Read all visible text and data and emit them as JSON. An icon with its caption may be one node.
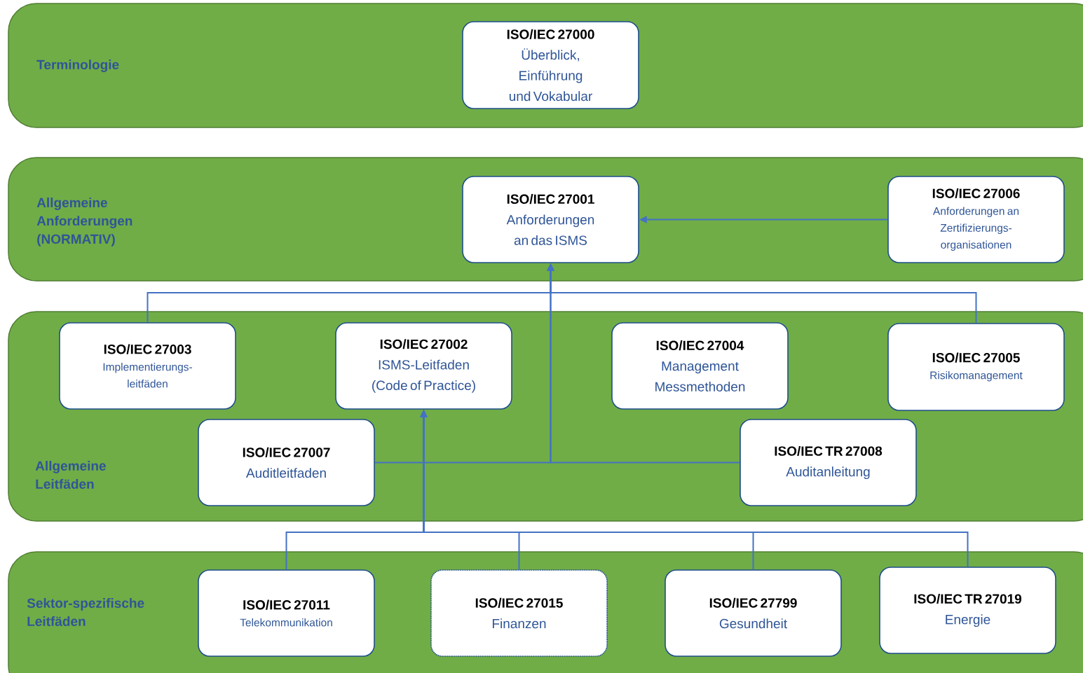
{
  "diagram": {
    "nodes": [
      {
        "text": [
          "Terminologie"
        ]
      },
      {
        "text": [
          "ISO/IEC 27000",
          "Überblick, Einführung und Vokabular"
        ],
        "in": 0
      },
      {
        "text": [
          "Allgemeine Anforderungen (NORMATIV)"
        ]
      },
      {
        "text": [
          "ISO/IEC 27001",
          "Anforderungen an das ISMS"
        ],
        "in": 2
      },
      {
        "text": [
          "ISO/IEC 27006",
          "Anforderungen an Zertifizierungs- organisationen"
        ],
        "in": 2
      },
      {
        "text": [
          "Allgemeine Leitfäden"
        ]
      },
      {
        "text": [
          "ISO/IEC 27003",
          "Implementierungs- leitfäden"
        ],
        "in": 5
      },
      {
        "text": [
          "ISO/IEC 27002",
          "ISMS-Leitfaden (Code of Practice)"
        ],
        "in": 5
      },
      {
        "text": [
          "ISO/IEC 27004",
          "Management Messmethoden"
        ],
        "in": 5
      },
      {
        "text": [
          "ISO/IEC 27005",
          "Risikomanagement"
        ],
        "in": 5
      },
      {
        "text": [
          "ISO/IEC 27007",
          "Auditleitfaden"
        ],
        "in": 5
      },
      {
        "text": [
          "ISO/IEC TR 27008",
          "Auditanleitung"
        ],
        "in": 5
      },
      {
        "text": [
          "Sektor-spezifische Leitfäden"
        ]
      },
      {
        "text": [
          "ISO/IEC 27011",
          "Telekommunikation"
        ],
        "in": 12
      },
      {
        "text": [
          "ISO/IEC 27015",
          "Finanzen"
        ],
        "in": 12
      },
      {
        "text": [
          "ISO/IEC 27799",
          "Gesundheit"
        ],
        "in": 12
      },
      {
        "text": [
          "ISO/IEC TR 27019",
          "Energie"
        ],
        "in": 12
      }
    ],
    "edges": [
      {
        "from": 4,
        "to": 3,
        "arrow": "to"
      },
      {
        "from": 6,
        "to": 3,
        "arrow": "to"
      },
      {
        "from": 9,
        "to": 3,
        "arrow": "to"
      },
      {
        "from": 10,
        "to": 3,
        "arrow": "to"
      },
      {
        "from": 11,
        "to": 3,
        "arrow": "to"
      },
      {
        "from": 13,
        "to": 7,
        "arrow": "to"
      },
      {
        "from": 14,
        "to": 7,
        "arrow": "to"
      },
      {
        "from": 15,
        "to": 7,
        "arrow": "to"
      },
      {
        "from": 16,
        "to": 7,
        "arrow": "to"
      }
    ]
  }
}
